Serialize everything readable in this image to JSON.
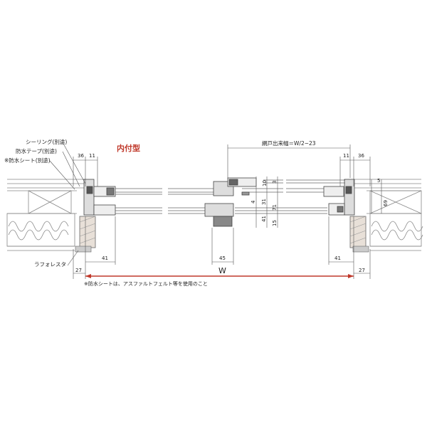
{
  "diagram": {
    "title": "内付型",
    "callouts": {
      "sealing": "シーリング(別途)",
      "tape": "防水テープ(別途)",
      "sheet": "※防水シート(別途)",
      "lath": "ラフォレスタ"
    },
    "screen_width_label": "網戸出来幅＝W/2−23",
    "overall_width": "W",
    "note": "※防水シートは、アスファルトフェルト等を使用のこと",
    "dims": {
      "top_left_36": "36",
      "top_left_11": "11",
      "top_right_11": "11",
      "top_right_36": "36",
      "d10": "10",
      "d3": "3",
      "d31": "31",
      "d4": "4",
      "d71": "71",
      "d41_mid": "41",
      "d15": "15",
      "d5": "5",
      "d69": "69",
      "d45": "45",
      "bottom_left_41": "41",
      "bottom_left_27": "27",
      "bottom_right_41": "41",
      "bottom_right_27": "27"
    },
    "colors": {
      "line": "#555555",
      "frame": "#888888",
      "accent": "#c0392b"
    }
  }
}
